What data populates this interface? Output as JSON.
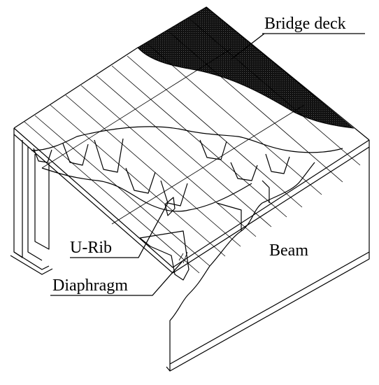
{
  "labels": {
    "bridge_deck": "Bridge deck",
    "u_rib": "U-Rib",
    "diaphragm": "Diaphragm",
    "beam": "Beam"
  },
  "colors": {
    "ink": "#000000",
    "background": "#ffffff",
    "pavement_fill": "#111111"
  }
}
